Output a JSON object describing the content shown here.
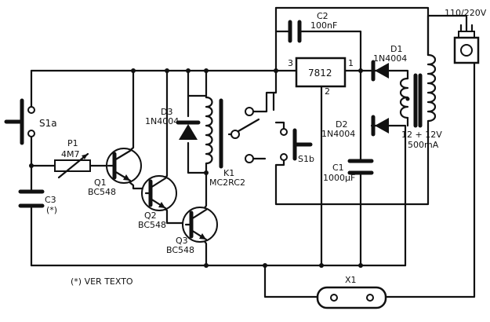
{
  "labels": {
    "s1a": "S1a",
    "s1b": "S1b",
    "p1_ref": "P1",
    "p1_val": "4M7",
    "c3_ref": "C3",
    "c3_note": "(*)",
    "q1_ref": "Q1",
    "q1_type": "BC548",
    "q2_ref": "Q2",
    "q2_type": "BC548",
    "q3_ref": "Q3",
    "q3_type": "BC548",
    "d3_ref": "D3",
    "d3_type": "1N4004",
    "k1_ref": "K1",
    "k1_type": "MC2RC2",
    "c2_ref": "C2",
    "c2_val": "100nF",
    "reg_type": "7812",
    "pin1": "1",
    "pin2": "2",
    "pin3": "3",
    "d1_ref": "D1",
    "d1_type": "1N4004",
    "d2_ref": "D2",
    "d2_type": "1N4004",
    "c1_ref": "C1",
    "c1_val": "1000µF",
    "mains": "110/220V",
    "trafo_v": "12 + 12V",
    "trafo_i": "500mA",
    "x1_ref": "X1",
    "footnote": "(*) VER TEXTO"
  }
}
